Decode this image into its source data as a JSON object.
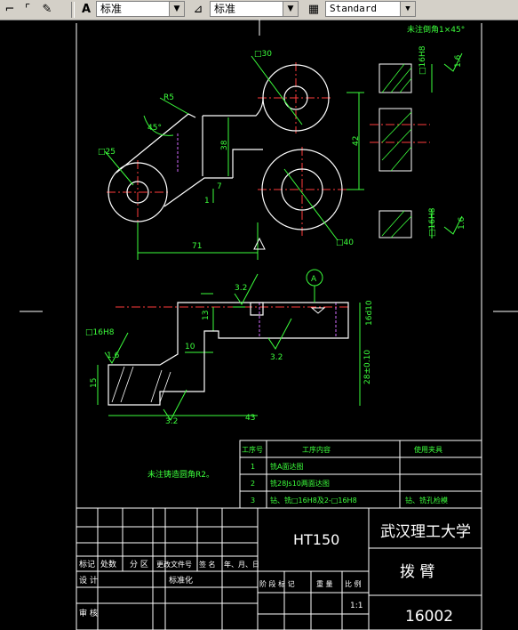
{
  "toolbar": {
    "icons": [
      "dim-arc-icon",
      "dim-radius-icon",
      "dim-angle-icon",
      "text-style-icon",
      "dim-style-icon",
      "table-style-icon"
    ],
    "text_style": "标准",
    "dim_style": "标准",
    "table_style": "Standard"
  },
  "drawing": {
    "note_top": "未注倒角1×45°",
    "note_fillet": "未注铸造圆角R2。",
    "dims": {
      "sq30": "□30",
      "r5": "R5",
      "a45": "45°",
      "sq25": "□25",
      "d38": "38",
      "d7": "7",
      "d1": "1",
      "d71": "71",
      "d42": "42",
      "sq40": "□40",
      "sq16a": "□16H8",
      "sq16b": "□16H8",
      "ra16a": "1.6",
      "ra16b": "1.6",
      "ra32_top": "3.2",
      "datum": "A",
      "d13": "13",
      "sq16h8_front": "□16H8",
      "ra16_front": "1.6",
      "d10": "10",
      "d15": "15",
      "ra32_a": "3.2",
      "ra32_b": "3.2",
      "d43": "43",
      "d16d10": "16d10",
      "d28": "28±0.10"
    },
    "process_table": {
      "headers": [
        "工序号",
        "工序内容",
        "使用夹具"
      ],
      "rows": [
        [
          "1",
          "铣A面达图",
          ""
        ],
        [
          "2",
          "铣28Js10两面达图",
          ""
        ],
        [
          "3",
          "钻、铣□16H8及2-□16H8",
          "钻、铣孔检模"
        ]
      ]
    },
    "title_block": {
      "material": "HT150",
      "school": "武汉理工大学",
      "part_name": "拨  臂",
      "drawing_no": "16002",
      "scale": "1:1",
      "labels": {
        "mark": "标记",
        "count": "处数",
        "zone": "分 区",
        "change_doc": "更改文件号",
        "sign": "签 名",
        "date": "年、月、日",
        "design": "设 计",
        "standardize": "标准化",
        "review": "审 核",
        "stage": "阶 段 标 记",
        "weight": "重 量",
        "ratio": "比 例"
      }
    }
  }
}
